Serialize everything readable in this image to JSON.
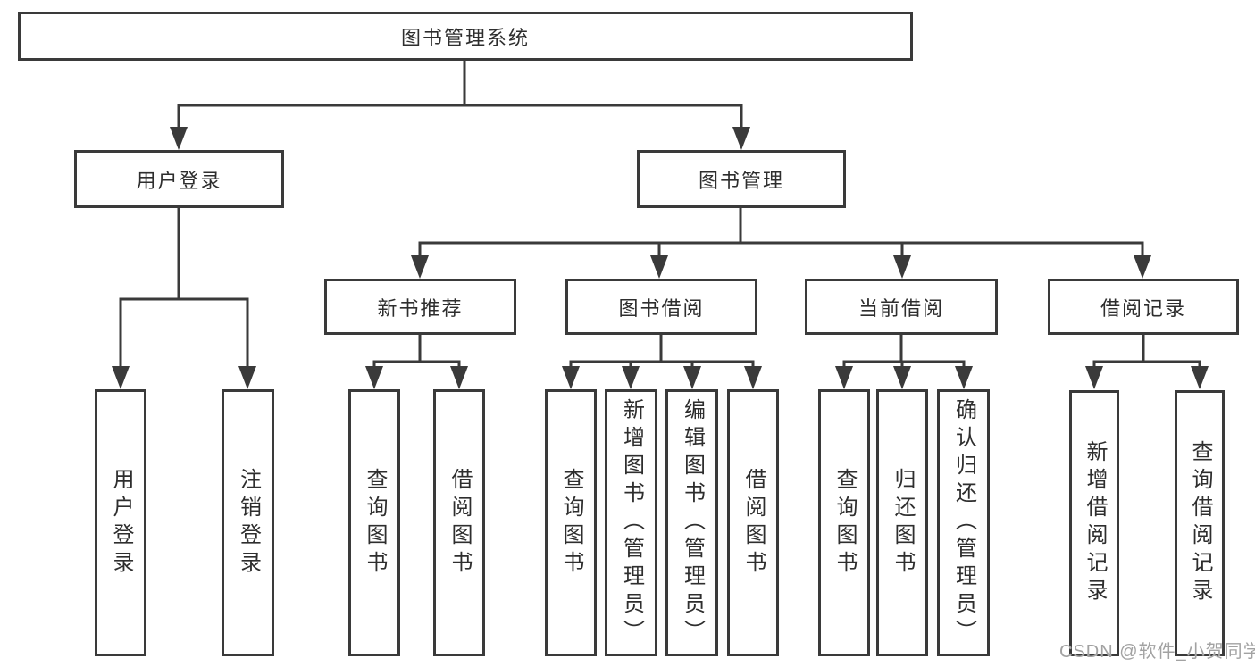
{
  "diagram": {
    "root": {
      "label": "图书管理系统"
    },
    "branches": [
      {
        "label": "用户登录",
        "children": [
          {
            "label": "用户登录"
          },
          {
            "label": "注销登录"
          }
        ]
      },
      {
        "label": "图书管理",
        "sections": [
          {
            "label": "新书推荐",
            "children": [
              {
                "label": "查询图书"
              },
              {
                "label": "借阅图书"
              }
            ]
          },
          {
            "label": "图书借阅",
            "children": [
              {
                "label": "查询图书"
              },
              {
                "label": "新增图书（管理员）"
              },
              {
                "label": "编辑图书（管理员）"
              },
              {
                "label": "借阅图书"
              }
            ]
          },
          {
            "label": "当前借阅",
            "children": [
              {
                "label": "查询图书"
              },
              {
                "label": "归还图书"
              },
              {
                "label": "确认归还（管理员）"
              }
            ]
          },
          {
            "label": "借阅记录",
            "children": [
              {
                "label": "新增借阅记录"
              },
              {
                "label": "查询借阅记录"
              }
            ]
          }
        ]
      }
    ]
  },
  "watermark": {
    "text": "CSDN @软件_小贺同学"
  },
  "colors": {
    "line": "#3a3a3a",
    "text": "#2e2e2e",
    "watermark": "#a2a2a2",
    "bg": "#ffffff"
  }
}
